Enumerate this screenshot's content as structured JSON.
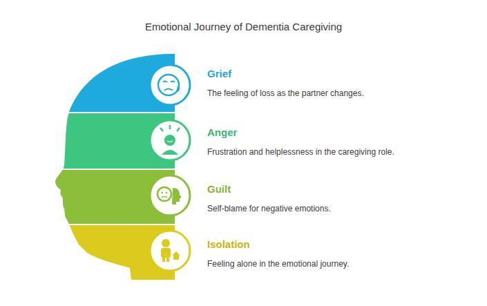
{
  "diagram": {
    "title": "Emotional Journey of Dementia Caregiving",
    "nodes": [
      {
        "text": [
          "Grief",
          "The feeling of loss as the partner changes."
        ]
      },
      {
        "text": [
          "Anger",
          "Frustration and helplessness in the caregiving role."
        ]
      },
      {
        "text": [
          "Guilt",
          "Self-blame for negative emotions."
        ]
      },
      {
        "text": [
          "Isolation",
          "Feeling alone in the emotional journey."
        ]
      }
    ]
  }
}
